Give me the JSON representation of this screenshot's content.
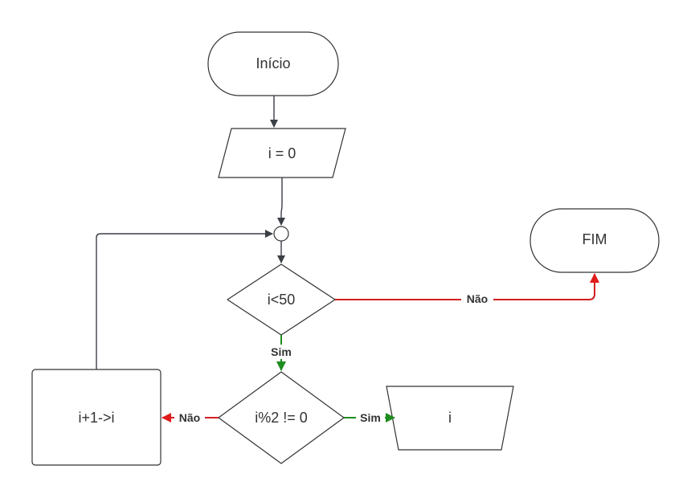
{
  "nodes": {
    "start": "Início",
    "init": "i = 0",
    "condition_loop": "i<50",
    "end": "FIM",
    "condition_odd": "i%2 != 0",
    "increment": "i+1->i",
    "output": "i"
  },
  "edges": {
    "loop_no": "Não",
    "loop_yes": "Sim",
    "odd_no": "Não",
    "odd_yes": "Sim"
  },
  "colors": {
    "stroke": "#333333",
    "arrow_dark": "#3b3f46",
    "no_edge": "#d21f1f",
    "yes_edge": "#1e8c1e"
  }
}
